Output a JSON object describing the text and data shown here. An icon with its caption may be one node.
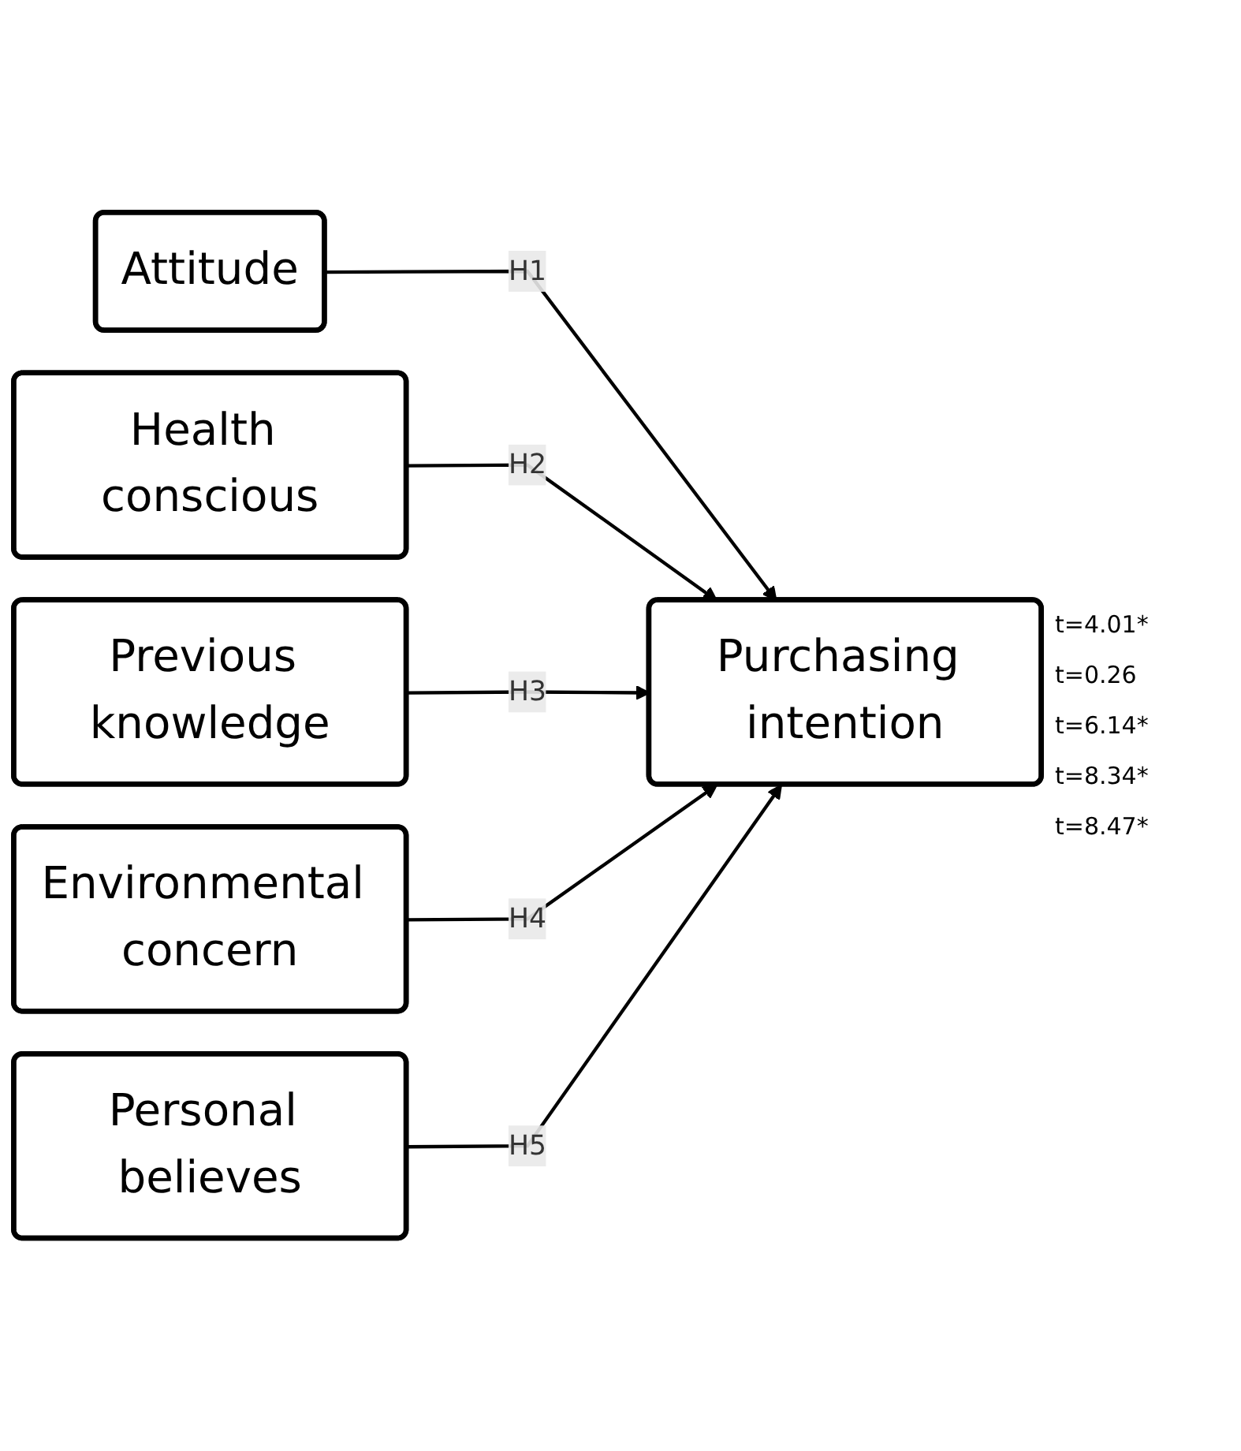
{
  "diagram": {
    "nodes": [
      {
        "text": [
          "Attitude"
        ]
      },
      {
        "text": [
          "Health conscious"
        ]
      },
      {
        "text": [
          "Previous knowledge"
        ]
      },
      {
        "text": [
          "Environmental concern"
        ]
      },
      {
        "text": [
          "Personal believes"
        ]
      },
      {
        "text": [
          "Purchasing intention"
        ]
      }
    ],
    "edges": [
      {
        "from": 0,
        "to": 5,
        "arrow": "to",
        "label": "H1"
      },
      {
        "from": 1,
        "to": 5,
        "arrow": "to",
        "label": "H2"
      },
      {
        "from": 2,
        "to": 5,
        "arrow": "to",
        "label": "H3"
      },
      {
        "from": 3,
        "to": 5,
        "arrow": "to",
        "label": "H4"
      },
      {
        "from": 4,
        "to": 5,
        "arrow": "to",
        "label": "H5"
      }
    ],
    "labels": [
      "t=4.01*",
      "t=0.26",
      "t=6.14*",
      "t=8.34*",
      "t=8.47*"
    ]
  }
}
